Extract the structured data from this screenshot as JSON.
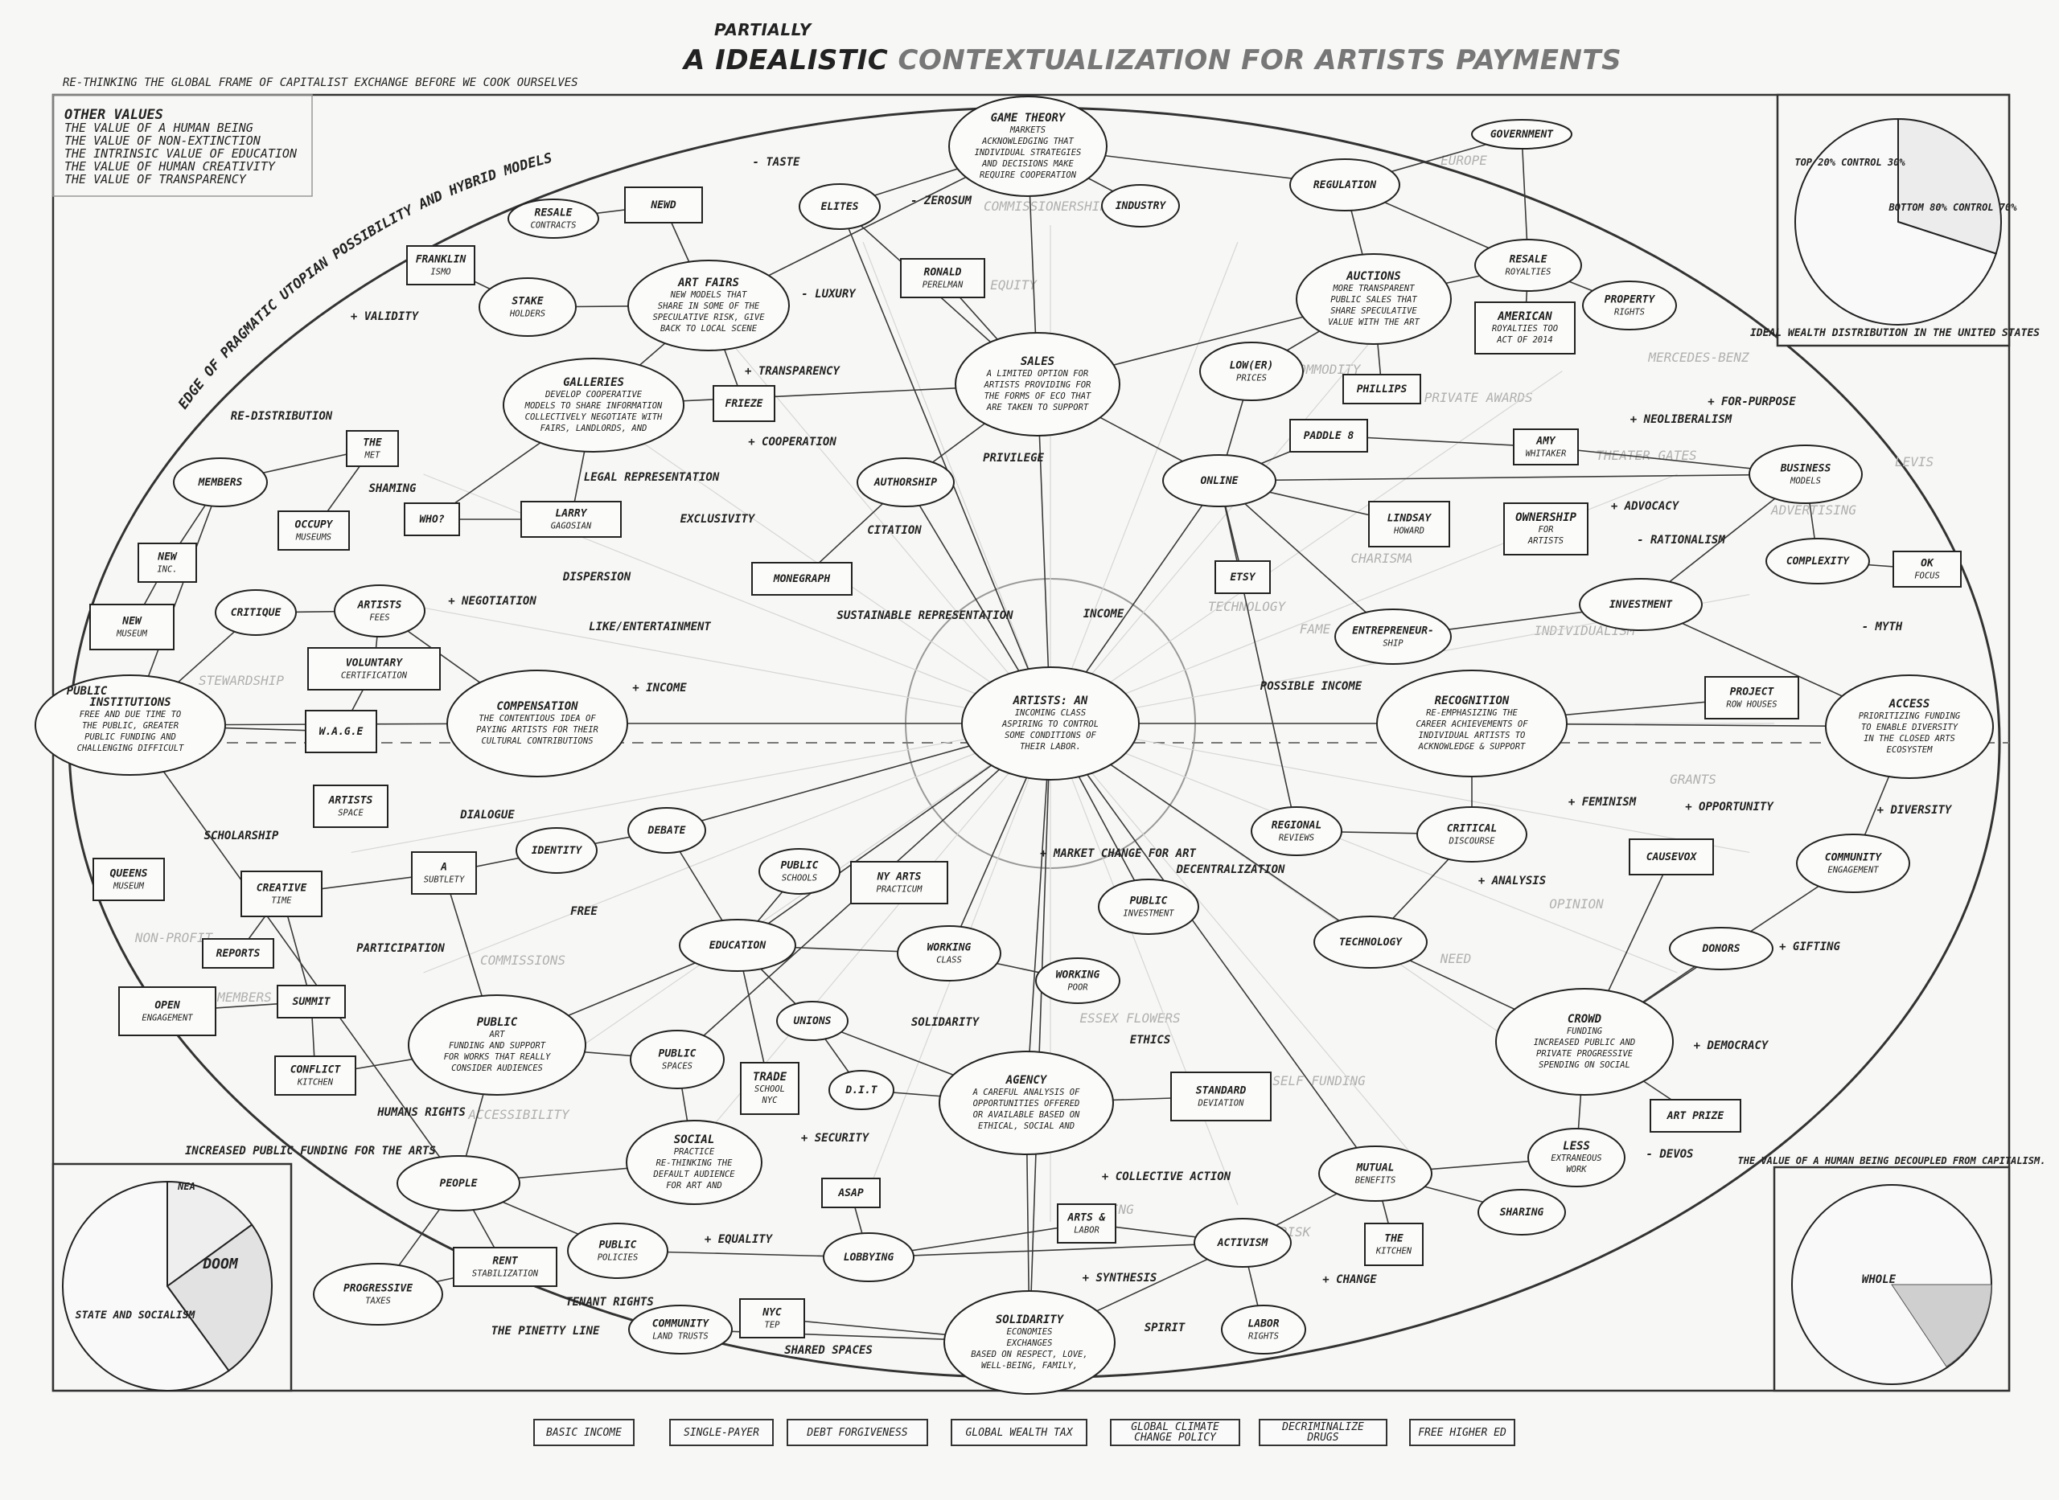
{
  "title": {
    "prefix": "A",
    "insert": "PARTIALLY",
    "idealistic": "IDEALISTIC",
    "rest": "CONTEXTUALIZATION FOR ARTISTS PAYMENTS"
  },
  "subtitle": "RE-THINKING THE GLOBAL FRAME OF CAPITALIST EXCHANGE BEFORE WE COOK OURSELVES",
  "other_values": {
    "heading": "OTHER VALUES",
    "items": [
      "THE VALUE OF A HUMAN BEING",
      "THE VALUE OF NON-EXTINCTION",
      "THE INTRINSIC VALUE OF EDUCATION",
      "THE VALUE OF HUMAN CREATIVITY",
      "THE VALUE OF TRANSPARENCY"
    ]
  },
  "arc_label": "EDGE OF PRAGMATIC UTOPIAN POSSIBILITY AND HYBRID MODELS",
  "nodes": [
    {
      "id": "game",
      "lines": [
        "GAME THEORY",
        "MARKETS",
        "ACKNOWLEDGING THAT",
        "INDIVIDUAL STRATEGIES",
        "AND DECISIONS MAKE",
        "REQUIRE COOPERATION"
      ],
      "shape": "ellipse"
    },
    {
      "id": "government",
      "lines": [
        "GOVERNMENT"
      ],
      "shape": "ellipse"
    },
    {
      "id": "new",
      "lines": [
        "NEWD"
      ],
      "shape": "rect"
    },
    {
      "id": "resale_contracts",
      "lines": [
        "RESALE",
        "CONTRACTS"
      ],
      "shape": "ellipse"
    },
    {
      "id": "elites",
      "lines": [
        "ELITES"
      ],
      "shape": "ellipse"
    },
    {
      "id": "industry",
      "lines": [
        "INDUSTRY"
      ],
      "shape": "ellipse"
    },
    {
      "id": "regulation",
      "lines": [
        "REGULATION"
      ],
      "shape": "ellipse"
    },
    {
      "id": "franklin",
      "lines": [
        "FRANKLIN",
        "ISMO"
      ],
      "shape": "rect"
    },
    {
      "id": "stakeholders",
      "lines": [
        "STAKE",
        "HOLDERS"
      ],
      "shape": "ellipse"
    },
    {
      "id": "artfairs",
      "lines": [
        "ART FAIRS",
        "NEW MODELS THAT",
        "SHARE IN SOME OF THE",
        "SPECULATIVE RISK, GIVE",
        "BACK TO LOCAL SCENE"
      ],
      "shape": "ellipse"
    },
    {
      "id": "perelman",
      "lines": [
        "RONALD",
        "PERELMAN"
      ],
      "shape": "rect"
    },
    {
      "id": "auctions",
      "lines": [
        "AUCTIONS",
        "MORE TRANSPARENT",
        "PUBLIC SALES THAT",
        "SHARE SPECULATIVE",
        "VALUE WITH THE ART"
      ],
      "shape": "ellipse"
    },
    {
      "id": "resale_royalties",
      "lines": [
        "RESALE",
        "ROYALTIES"
      ],
      "shape": "ellipse"
    },
    {
      "id": "property",
      "lines": [
        "PROPERTY",
        "RIGHTS"
      ],
      "shape": "ellipse"
    },
    {
      "id": "american_royalties",
      "lines": [
        "AMERICAN",
        "ROYALTIES TOO",
        "ACT OF 2014"
      ],
      "shape": "rect"
    },
    {
      "id": "galleries",
      "lines": [
        "GALLERIES",
        "DEVELOP COOPERATIVE",
        "MODELS TO SHARE INFORMATION",
        "COLLECTIVELY NEGOTIATE WITH",
        "FAIRS, LANDLORDS, AND"
      ],
      "shape": "ellipse"
    },
    {
      "id": "frieze",
      "lines": [
        "FRIEZE"
      ],
      "shape": "rect"
    },
    {
      "id": "sales",
      "lines": [
        "SALES",
        "A LIMITED OPTION FOR",
        "ARTISTS PROVIDING FOR",
        "THE FORMS OF ECO THAT",
        "ARE TAKEN TO SUPPORT"
      ],
      "shape": "ellipse"
    },
    {
      "id": "lower_prices",
      "lines": [
        "LOW(ER)",
        "PRICES"
      ],
      "shape": "ellipse"
    },
    {
      "id": "phillips",
      "lines": [
        "PHILLIPS"
      ],
      "shape": "rect"
    },
    {
      "id": "paddle8",
      "lines": [
        "PADDLE 8"
      ],
      "shape": "rect"
    },
    {
      "id": "amy",
      "lines": [
        "AMY",
        "WHITAKER"
      ],
      "shape": "rect"
    },
    {
      "id": "business",
      "lines": [
        "BUSINESS",
        "MODELS"
      ],
      "shape": "ellipse"
    },
    {
      "id": "members",
      "lines": [
        "MEMBERS"
      ],
      "shape": "ellipse"
    },
    {
      "id": "met",
      "lines": [
        "THE",
        "MET"
      ],
      "shape": "rect"
    },
    {
      "id": "who",
      "lines": [
        "WHO?"
      ],
      "shape": "rect"
    },
    {
      "id": "gagosian",
      "lines": [
        "LARRY",
        "GAGOSIAN"
      ],
      "shape": "rect"
    },
    {
      "id": "occupy",
      "lines": [
        "OCCUPY",
        "MUSEUMS"
      ],
      "shape": "rect"
    },
    {
      "id": "authorship",
      "lines": [
        "AUTHORSHIP"
      ],
      "shape": "ellipse"
    },
    {
      "id": "online",
      "lines": [
        "ONLINE"
      ],
      "shape": "ellipse"
    },
    {
      "id": "lindsay",
      "lines": [
        "LINDSAY",
        "HOWARD"
      ],
      "shape": "rect"
    },
    {
      "id": "ownership",
      "lines": [
        "OWNERSHIP",
        "FOR",
        "ARTISTS"
      ],
      "shape": "rect"
    },
    {
      "id": "complexity",
      "lines": [
        "COMPLEXITY"
      ],
      "shape": "ellipse"
    },
    {
      "id": "okfocus",
      "lines": [
        "OK",
        "FOCUS"
      ],
      "shape": "rect"
    },
    {
      "id": "newinc",
      "lines": [
        "NEW",
        "INC."
      ],
      "shape": "rect"
    },
    {
      "id": "newmuseum",
      "lines": [
        "NEW",
        "MUSEUM"
      ],
      "shape": "rect"
    },
    {
      "id": "critique",
      "lines": [
        "CRITIQUE"
      ],
      "shape": "ellipse"
    },
    {
      "id": "artistsfees",
      "lines": [
        "ARTISTS",
        "FEES"
      ],
      "shape": "ellipse"
    },
    {
      "id": "monegraph",
      "lines": [
        "MONEGRAPH"
      ],
      "shape": "rect"
    },
    {
      "id": "etsy",
      "lines": [
        "ETSY"
      ],
      "shape": "rect"
    },
    {
      "id": "entrepreneurship",
      "lines": [
        "ENTREPRENEUR-",
        "SHIP"
      ],
      "shape": "ellipse"
    },
    {
      "id": "investment",
      "lines": [
        "INVESTMENT"
      ],
      "shape": "ellipse"
    },
    {
      "id": "voluntary",
      "lines": [
        "VOLUNTARY",
        "CERTIFICATION"
      ],
      "shape": "rect"
    },
    {
      "id": "institutions",
      "lines": [
        "INSTITUTIONS",
        "FREE AND DUE TIME TO",
        "THE PUBLIC, GREATER",
        "PUBLIC FUNDING AND",
        "CHALLENGING DIFFICULT"
      ],
      "shape": "ellipse"
    },
    {
      "id": "wage",
      "lines": [
        "W.A.G.E"
      ],
      "shape": "rect"
    },
    {
      "id": "compensation",
      "lines": [
        "COMPENSATION",
        "THE CONTENTIOUS IDEA OF",
        "PAYING ARTISTS FOR THEIR",
        "CULTURAL CONTRIBUTIONS"
      ],
      "shape": "ellipse"
    },
    {
      "id": "artists",
      "lines": [
        "ARTISTS: AN",
        "INCOMING CLASS",
        "ASPIRING TO CONTROL",
        "SOME CONDITIONS OF",
        "THEIR LABOR."
      ],
      "shape": "ellipse"
    },
    {
      "id": "recognition",
      "lines": [
        "RECOGNITION",
        "RE-EMPHASIZING THE",
        "CAREER ACHIEVEMENTS OF",
        "INDIVIDUAL ARTISTS TO",
        "ACKNOWLEDGE & SUPPORT"
      ],
      "shape": "ellipse"
    },
    {
      "id": "project_row",
      "lines": [
        "PROJECT",
        "ROW HOUSES"
      ],
      "shape": "rect"
    },
    {
      "id": "access",
      "lines": [
        "ACCESS",
        "PRIORITIZING FUNDING",
        "TO ENABLE DIVERSITY",
        "IN THE CLOSED ARTS",
        "ECOSYSTEM"
      ],
      "shape": "ellipse"
    },
    {
      "id": "artistsspace",
      "lines": [
        "ARTISTS",
        "SPACE"
      ],
      "shape": "rect"
    },
    {
      "id": "identity",
      "lines": [
        "IDENTITY"
      ],
      "shape": "ellipse"
    },
    {
      "id": "debate",
      "lines": [
        "DEBATE"
      ],
      "shape": "ellipse"
    },
    {
      "id": "regional",
      "lines": [
        "REGIONAL",
        "REVIEWS"
      ],
      "shape": "ellipse"
    },
    {
      "id": "critical",
      "lines": [
        "CRITICAL",
        "DISCOURSE"
      ],
      "shape": "ellipse"
    },
    {
      "id": "queens",
      "lines": [
        "QUEENS",
        "MUSEUM"
      ],
      "shape": "rect"
    },
    {
      "id": "creativetime",
      "lines": [
        "CREATIVE",
        "TIME"
      ],
      "shape": "rect"
    },
    {
      "id": "subtlety",
      "lines": [
        "A",
        "SUBTLETY"
      ],
      "shape": "rect"
    },
    {
      "id": "publicschools",
      "lines": [
        "PUBLIC",
        "SCHOOLS"
      ],
      "shape": "ellipse"
    },
    {
      "id": "nyarts",
      "lines": [
        "NY ARTS",
        "PRACTICUM"
      ],
      "shape": "rect"
    },
    {
      "id": "causevox",
      "lines": [
        "CAUSEVOX"
      ],
      "shape": "rect"
    },
    {
      "id": "community",
      "lines": [
        "COMMUNITY",
        "ENGAGEMENT"
      ],
      "shape": "ellipse"
    },
    {
      "id": "reports",
      "lines": [
        "REPORTS"
      ],
      "shape": "rect"
    },
    {
      "id": "education",
      "lines": [
        "EDUCATION"
      ],
      "shape": "ellipse"
    },
    {
      "id": "workingclass",
      "lines": [
        "WORKING",
        "CLASS"
      ],
      "shape": "ellipse"
    },
    {
      "id": "publicinvestment",
      "lines": [
        "PUBLIC",
        "INVESTMENT"
      ],
      "shape": "ellipse"
    },
    {
      "id": "technology",
      "lines": [
        "TECHNOLOGY"
      ],
      "shape": "ellipse"
    },
    {
      "id": "donors",
      "lines": [
        "DONORS"
      ],
      "shape": "ellipse"
    },
    {
      "id": "openengagement",
      "lines": [
        "OPEN",
        "ENGAGEMENT"
      ],
      "shape": "rect"
    },
    {
      "id": "summit",
      "lines": [
        "SUMMIT"
      ],
      "shape": "rect"
    },
    {
      "id": "publicart",
      "lines": [
        "PUBLIC",
        "ART",
        "FUNDING AND SUPPORT",
        "FOR WORKS THAT REALLY",
        "CONSIDER AUDIENCES"
      ],
      "shape": "ellipse"
    },
    {
      "id": "workingpoor",
      "lines": [
        "WORKING",
        "POOR"
      ],
      "shape": "ellipse"
    },
    {
      "id": "unions",
      "lines": [
        "UNIONS"
      ],
      "shape": "ellipse"
    },
    {
      "id": "crowdfunding",
      "lines": [
        "CROWD",
        "FUNDING",
        "INCREASED PUBLIC AND",
        "PRIVATE PROGRESSIVE",
        "SPENDING ON SOCIAL"
      ],
      "shape": "ellipse"
    },
    {
      "id": "conflict",
      "lines": [
        "CONFLICT",
        "KITCHEN"
      ],
      "shape": "rect"
    },
    {
      "id": "publicspaces",
      "lines": [
        "PUBLIC",
        "SPACES"
      ],
      "shape": "ellipse"
    },
    {
      "id": "tradeschool",
      "lines": [
        "TRADE",
        "SCHOOL",
        "NYC"
      ],
      "shape": "rect"
    },
    {
      "id": "dit",
      "lines": [
        "D.I.T"
      ],
      "shape": "ellipse"
    },
    {
      "id": "agency",
      "lines": [
        "AGENCY",
        "A CAREFUL ANALYSIS OF",
        "OPPORTUNITIES OFFERED",
        "OR AVAILABLE BASED ON",
        "ETHICAL, SOCIAL AND"
      ],
      "shape": "ellipse"
    },
    {
      "id": "standard",
      "lines": [
        "STANDARD",
        "DEVIATION"
      ],
      "shape": "rect"
    },
    {
      "id": "artprize",
      "lines": [
        "ART PRIZE"
      ],
      "shape": "rect"
    },
    {
      "id": "socialpractice",
      "lines": [
        "SOCIAL",
        "PRACTICE",
        "RE-THINKING THE",
        "DEFAULT AUDIENCE",
        "FOR ART AND"
      ],
      "shape": "ellipse"
    },
    {
      "id": "less",
      "lines": [
        "LESS",
        "EXTRANEOUS",
        "WORK"
      ],
      "shape": "ellipse"
    },
    {
      "id": "people",
      "lines": [
        "PEOPLE"
      ],
      "shape": "ellipse"
    },
    {
      "id": "asap",
      "lines": [
        "ASAP"
      ],
      "shape": "rect"
    },
    {
      "id": "mutual",
      "lines": [
        "MUTUAL",
        "BENEFITS"
      ],
      "shape": "ellipse"
    },
    {
      "id": "artslabor",
      "lines": [
        "ARTS &",
        "LABOR"
      ],
      "shape": "rect"
    },
    {
      "id": "sharing",
      "lines": [
        "SHARING"
      ],
      "shape": "ellipse"
    },
    {
      "id": "rent",
      "lines": [
        "RENT",
        "STABILIZATION"
      ],
      "shape": "rect"
    },
    {
      "id": "publicpolicies",
      "lines": [
        "PUBLIC",
        "POLICIES"
      ],
      "shape": "ellipse"
    },
    {
      "id": "lobbying",
      "lines": [
        "LOBBYING"
      ],
      "shape": "ellipse"
    },
    {
      "id": "activism",
      "lines": [
        "ACTIVISM"
      ],
      "shape": "ellipse"
    },
    {
      "id": "kitchen",
      "lines": [
        "THE",
        "KITCHEN"
      ],
      "shape": "rect"
    },
    {
      "id": "progressive",
      "lines": [
        "PROGRESSIVE",
        "TAXES"
      ],
      "shape": "ellipse"
    },
    {
      "id": "community_land",
      "lines": [
        "COMMUNITY",
        "LAND TRUSTS"
      ],
      "shape": "ellipse"
    },
    {
      "id": "nyctep",
      "lines": [
        "NYC",
        "TEP"
      ],
      "shape": "rect"
    },
    {
      "id": "solidarity",
      "lines": [
        "SOLIDARITY",
        "ECONOMIES",
        "EXCHANGES",
        "BASED ON RESPECT, LOVE,",
        "WELL-BEING, FAMILY,"
      ],
      "shape": "ellipse"
    },
    {
      "id": "laborrights",
      "lines": [
        "LABOR",
        "RIGHTS"
      ],
      "shape": "ellipse"
    }
  ],
  "labels": [
    "- TASTE",
    "- ZEROSUM",
    "- LUXURY",
    "+ VALIDITY",
    "+ TRANSPARENCY",
    "+ COOPERATION",
    "RE-DISTRIBUTION",
    "SHAMING",
    "LEGAL REPRESENTATION",
    "PRIVILEGE",
    "CITATION",
    "DISPERSION",
    "+ NEGOTIATION",
    "+ INCOME",
    "POSSIBLE INCOME",
    "+ NEOLIBERALISM",
    "+ FOR-PURPOSE",
    "+ ADVOCACY",
    "- RATIONALISM",
    "- MYTH",
    "+ OPPORTUNITY",
    "+ DIVERSITY",
    "+ FEMINISM",
    "+ ANALYSIS",
    "DECENTRALIZATION",
    "+ MARKET CHANGE FOR ART",
    "SUSTAINABLE REPRESENTATION",
    "INCOME",
    "SCHOLARSHIP",
    "DIALOGUE",
    "PARTICIPATION",
    "SOLIDARITY",
    "ETHICS",
    "HUMANS RIGHTS",
    "+ SECURITY",
    "+ GIFTING",
    "+ DEMOCRACY",
    "- DEVOS",
    "+ COLLECTIVE ACTION",
    "+ EQUALITY",
    "+ SYNTHESIS",
    "+ CHANGE",
    "TENANT RIGHTS",
    "THE PINETTY LINE",
    "SHARED SPACES",
    "SPIRIT",
    "PUBLIC",
    "FREE",
    "EXCLUSIVITY",
    "LIKE/ENTERTAINMENT"
  ],
  "ghost_labels": [
    "COMMISSIONERSHIP",
    "COMMODITY",
    "EQUITY",
    "TECHNOLOGY",
    "CHARISMA",
    "INDIVIDUALISM",
    "STEWARDSHIP",
    "GRANTS",
    "OPINION",
    "NEED",
    "ACCESSIBILITY",
    "RISK",
    "NON-PROFIT",
    "COMMISSIONS",
    "MERCEDES-BENZ",
    "ADVERTISING",
    "THEATER GATES",
    "EUROPE",
    "FAME",
    "MEMBERS",
    "SELF FUNDING",
    "ESSEX FLOWERS",
    "SHARING",
    "CORPORATE PRIVATE AWARDS",
    "LEVIS"
  ],
  "pies": {
    "top_right": {
      "caption": "IDEAL WEALTH DISTRIBUTION IN THE UNITED STATES",
      "labels": [
        "TOP 20% CONTROL 30%",
        "BOTTOM 80% CONTROL 70%"
      ],
      "values": [
        30,
        70
      ]
    },
    "bottom_left": {
      "caption": "INCREASED PUBLIC FUNDING FOR THE ARTS",
      "labels": [
        "NEA",
        "DOOM",
        "STATE AND SOCIALISM"
      ],
      "values": [
        15,
        25,
        60
      ]
    },
    "bottom_right": {
      "caption": "THE VALUE OF A HUMAN BEING DECOUPLED FROM CAPITALISM.",
      "labels": [
        "WHOLE"
      ],
      "values": [
        100
      ]
    }
  },
  "legend": [
    "BASIC INCOME",
    "SINGLE-PAYER",
    "DEBT FORGIVENESS",
    "GLOBAL WEALTH TAX",
    "GLOBAL CLIMATE CHANGE POLICY",
    "DECRIMINALIZE DRUGS",
    "FREE HIGHER ED"
  ],
  "colors": {
    "ink": "#222222",
    "ghost": "#a8a8a8",
    "paper": "#f7f7f5"
  }
}
